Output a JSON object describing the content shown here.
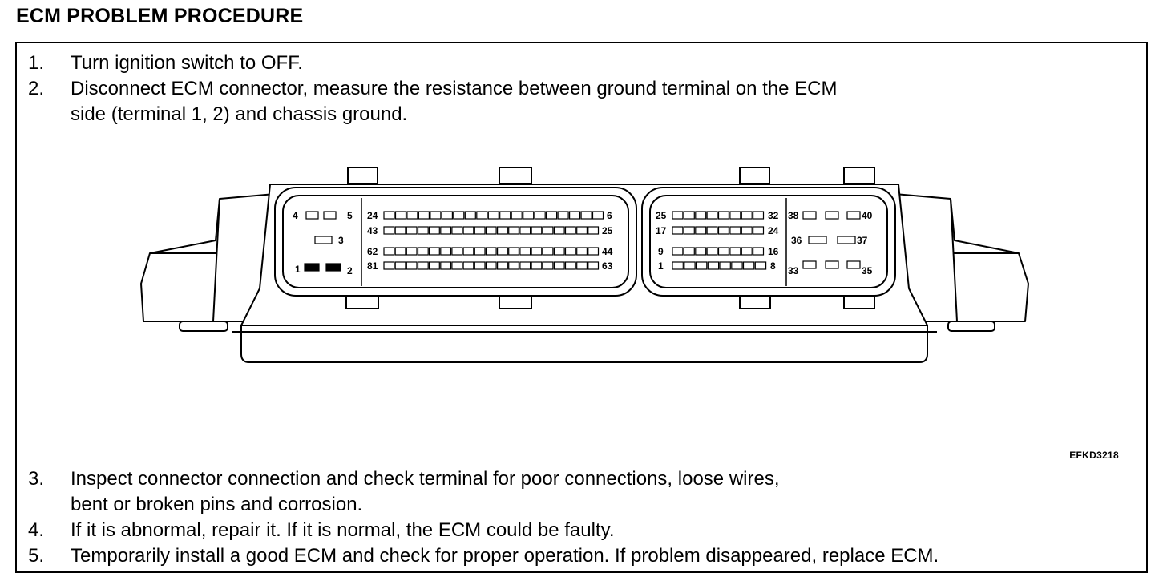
{
  "title": "ECM PROBLEM PROCEDURE",
  "steps_top": [
    {
      "num": "1.",
      "lines": [
        "Turn ignition switch to OFF."
      ]
    },
    {
      "num": "2.",
      "lines": [
        "Disconnect ECM connector, measure the resistance between ground terminal on the ECM",
        "side (terminal 1, 2) and chassis ground."
      ]
    }
  ],
  "steps_bottom": [
    {
      "num": "3.",
      "lines": [
        "Inspect connector connection and check terminal for poor connections, loose wires,",
        "bent or broken pins and corrosion."
      ]
    },
    {
      "num": "4.",
      "lines": [
        "If it is abnormal, repair it.  If it is normal, the ECM could be faulty."
      ]
    },
    {
      "num": "5.",
      "lines": [
        "Temporarily install a good ECM and check for proper operation.  If problem disappeared, replace ECM."
      ]
    }
  ],
  "figure_code": "EFKD3218",
  "connector_labels": {
    "left": {
      "t4": "4",
      "t5": "5",
      "t3": "3",
      "t1": "1",
      "t2": "2",
      "r1_start": "24",
      "r1_end": "6",
      "r2_start": "43",
      "r2_end": "25",
      "r3_start": "62",
      "r3_end": "44",
      "r4_start": "81",
      "r4_end": "63"
    },
    "right": {
      "r1_start": "25",
      "r1_end": "32",
      "r2_start": "17",
      "r2_end": "24",
      "r3_start": "9",
      "r3_end": "16",
      "r4_start": "1",
      "r4_end": "8",
      "t38": "38",
      "t40": "40",
      "t36": "36",
      "t37": "37",
      "t33": "33",
      "t35": "35"
    }
  }
}
